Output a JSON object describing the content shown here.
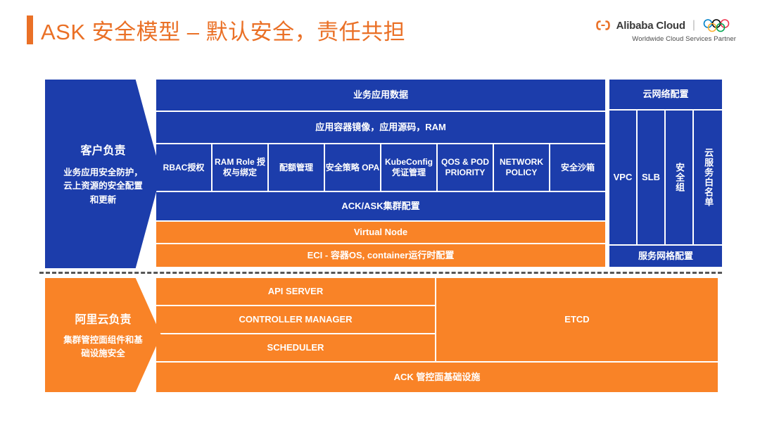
{
  "header": {
    "title": "ASK 安全模型 – 默认安全，责任共担",
    "accent_color": "#EA7026",
    "logo": {
      "brand": "Alibaba Cloud",
      "divider": "|",
      "rings_icon": "olympic-rings-icon",
      "subtitle": "Worldwide Cloud Services Partner"
    }
  },
  "colors": {
    "blue": "#1C3DAB",
    "orange": "#F98327",
    "dashed_divider": "#565656"
  },
  "callouts": [
    {
      "id": "customer",
      "title": "客户负责",
      "description": "业务应用安全防护，云上资源的安全配置和更新",
      "color": "#1C3DAB"
    },
    {
      "id": "cloud",
      "title": "阿里云负责",
      "description": "集群管控面组件和基础设施安全",
      "color": "#F98327"
    }
  ],
  "customer_section": {
    "top_rows": [
      {
        "label": "业务应用数据",
        "color": "#1C3DAB"
      },
      {
        "label": "应用容器镜像，应用源码，RAM",
        "color": "#1C3DAB"
      }
    ],
    "grid_cells": [
      {
        "label": "RBAC授权"
      },
      {
        "label": "RAM Role 授权与绑定"
      },
      {
        "label": "配额管理"
      },
      {
        "label": "安全策略 OPA"
      },
      {
        "label": "KubeConfig 凭证管理"
      },
      {
        "label": "QOS & POD PRIORITY"
      },
      {
        "label": "NETWORK POLICY"
      },
      {
        "label": "安全沙箱"
      }
    ],
    "bottom_rows": [
      {
        "label": "ACK/ASK集群配置",
        "color": "#1C3DAB"
      },
      {
        "label": "Virtual Node",
        "color": "#F98327"
      },
      {
        "label": "ECI - 容器OS, container运行时配置",
        "color": "#F98327"
      }
    ]
  },
  "network_section": {
    "header": "云网络配置",
    "columns": [
      {
        "label": "VPC",
        "orientation": "horizontal"
      },
      {
        "label": "SLB",
        "orientation": "horizontal"
      },
      {
        "label": "安全组",
        "orientation": "vertical"
      },
      {
        "label": "云服务白名单",
        "orientation": "vertical"
      }
    ],
    "footer": "服务网格配置"
  },
  "cloud_section": {
    "left_rows": [
      {
        "label": "API SERVER"
      },
      {
        "label": "CONTROLLER MANAGER"
      },
      {
        "label": "SCHEDULER"
      }
    ],
    "right_block": {
      "label": "ETCD"
    },
    "footer": {
      "label": "ACK 管控面基础设施"
    }
  }
}
